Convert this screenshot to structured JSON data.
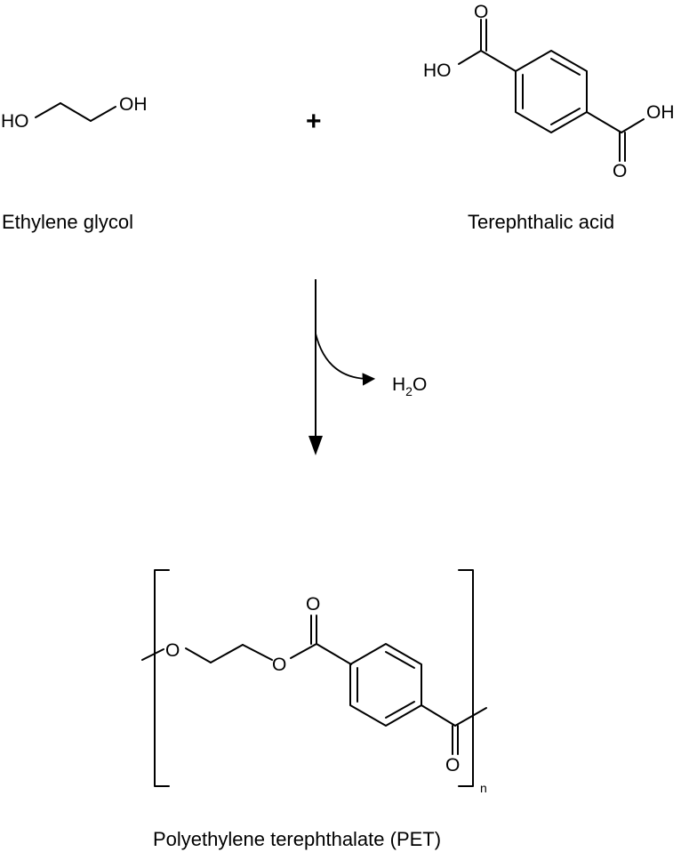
{
  "reactants": {
    "ethylene_glycol": {
      "name": "Ethylene glycol",
      "left_label": "HO",
      "right_label": "OH"
    },
    "plus_sign": "+",
    "terephthalic_acid": {
      "name": "Terephthalic acid",
      "top_oh_label": "HO",
      "top_o_label": "O",
      "bottom_oh_label": "OH",
      "bottom_o_label": "O"
    }
  },
  "reaction": {
    "byproduct_main": "H",
    "byproduct_sub": "2",
    "byproduct_tail": "O"
  },
  "product": {
    "name": "Polyethylene terephthalate (PET)",
    "ether_o_left": "O",
    "ether_o_right": "O",
    "carbonyl_o_top": "O",
    "carbonyl_o_bottom": "O",
    "repeat_subscript": "n"
  }
}
